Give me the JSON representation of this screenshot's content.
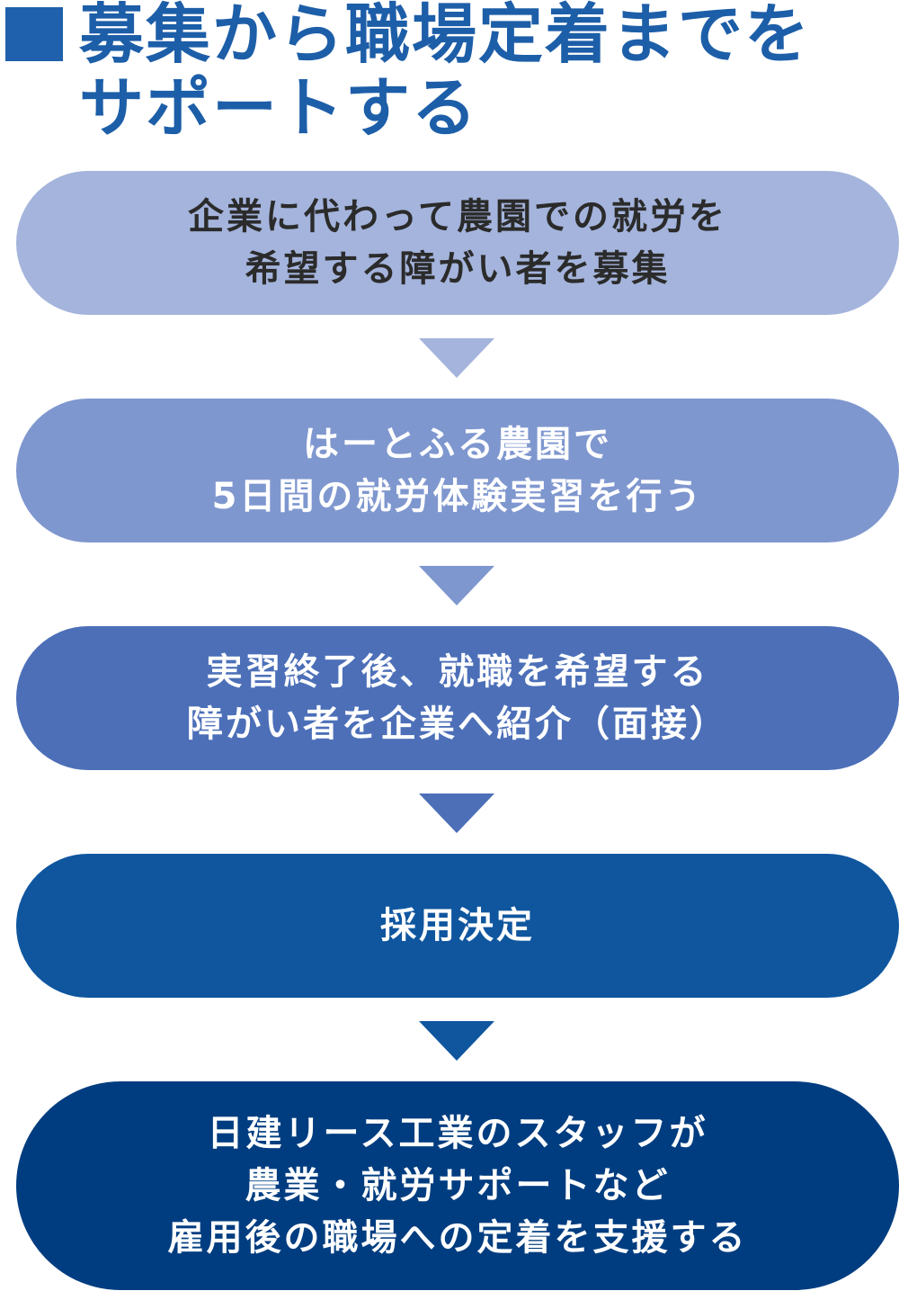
{
  "colors": {
    "title_text": "#1d5ea8",
    "title_square": "#1f61ac",
    "step1_bg": "#a4b4dc",
    "step2_bg": "#7f97cf",
    "step3_bg": "#4c6fb8",
    "step4_bg": "#0f569f",
    "step5_bg": "#003d80",
    "dark_text": "#2b2b2b",
    "light_text": "#ffffff"
  },
  "title": {
    "icon": "square-bullet-icon",
    "line1": "募集から職場定着までを",
    "line2": "サポートする"
  },
  "steps": [
    {
      "lines": [
        "企業に代わって農園での就労を",
        "希望する障がい者を募集"
      ]
    },
    {
      "lines": [
        "はーとふる農園で",
        "5日間の就労体験実習を行う"
      ]
    },
    {
      "lines": [
        "実習終了後、就職を希望する",
        "障がい者を企業へ紹介（面接）"
      ]
    },
    {
      "lines": [
        "採用決定"
      ]
    },
    {
      "lines": [
        "日建リース工業のスタッフが",
        "農業・就労サポートなど",
        "雇用後の職場への定着を支援する"
      ]
    }
  ],
  "arrow_icon": "down-triangle-icon"
}
